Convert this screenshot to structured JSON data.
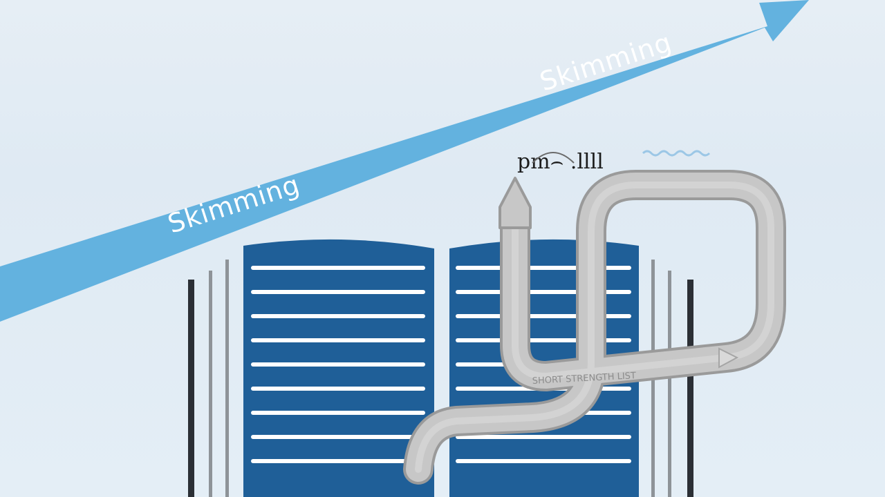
{
  "colors": {
    "background": "#e3edf5",
    "arrow": "#63b2df",
    "book_page": "#1f5f98",
    "book_line": "#ffffff",
    "path_fill": "#c4c4c4",
    "path_stroke": "#9a9a9a",
    "spine_dark": "#2b2f35",
    "spine_gray": "#8e9398"
  },
  "arrow": {
    "label_lower": "Skimming",
    "label_upper": "Skimming"
  },
  "illustration": {
    "garbled_text": "pm⌢ .llll",
    "path_caption": "SHORT STRENGTH LIST"
  }
}
